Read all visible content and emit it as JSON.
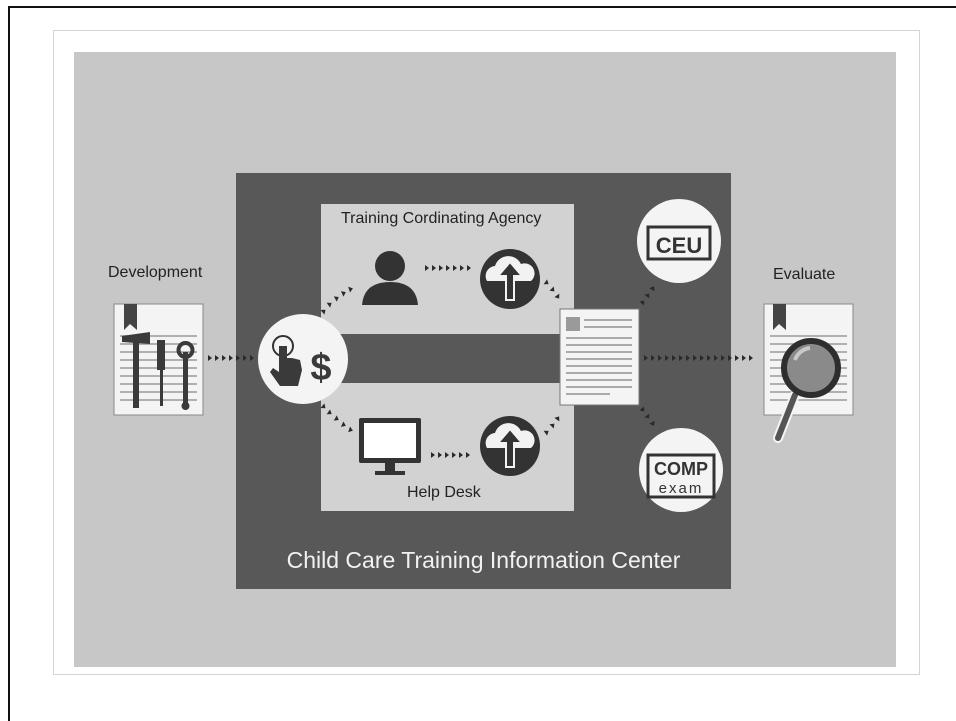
{
  "labels": {
    "development": "Development",
    "evaluate": "Evaluate",
    "agency": "Training Cordinating Agency",
    "help_desk": "Help Desk",
    "center": "Child Care Training Information Center",
    "ceu": "CEU",
    "comp": "COMP",
    "exam": "exam"
  },
  "icons": [
    "tools-document-icon",
    "hand-pointer-dollar-icon",
    "person-icon",
    "cloud-upload-icon",
    "monitor-icon",
    "report-document-icon",
    "ceu-badge-icon",
    "comp-exam-badge-icon",
    "magnifier-document-icon"
  ],
  "colors": {
    "background": "#c7c7c7",
    "center_panel": "#585858",
    "sub_boxes": "#d2d2d2",
    "icon_dark": "#2e2e2e"
  }
}
